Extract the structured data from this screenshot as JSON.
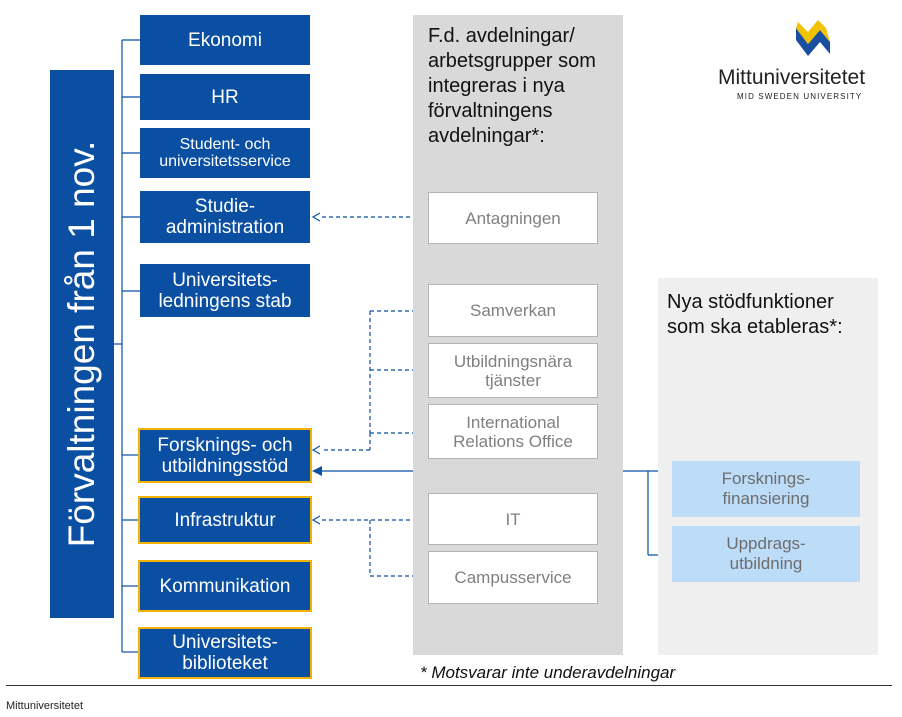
{
  "title": "Förvaltningen från 1 nov.",
  "departments": [
    {
      "label": "Ekonomi"
    },
    {
      "label": "HR"
    },
    {
      "label": "Student- och universitetsservice"
    },
    {
      "label": "Studie-administration"
    },
    {
      "label": "Universitets-ledningens stab"
    },
    {
      "label": "Forsknings- och utbildningsstöd"
    },
    {
      "label": "Infrastruktur"
    },
    {
      "label": "Kommunikation"
    },
    {
      "label": "Universitets-biblioteket"
    }
  ],
  "former_header": "F.d. avdelningar/ arbetsgrupper som integreras i nya förvaltningens avdelningar*:",
  "former_units": [
    {
      "label": "Antagningen"
    },
    {
      "label": "Samverkan"
    },
    {
      "label": "Utbildningsnära tjänster"
    },
    {
      "label": "International Relations Office"
    },
    {
      "label": "IT"
    },
    {
      "label": "Campusservice"
    }
  ],
  "new_header": "Nya stödfunktioner som ska etableras*:",
  "new_units": [
    {
      "label": "Forsknings-finansiering"
    },
    {
      "label": "Uppdrags-utbildning"
    }
  ],
  "footnote": "* Motsvarar inte underavdelningar",
  "footer": "Mittuniversitetet",
  "logo": {
    "name": "Mittuniversitetet",
    "sub": "MID SWEDEN UNIVERSITY"
  },
  "colors": {
    "navy": "#0b4fa3",
    "gold": "#f2b400",
    "light_blue": "#bcdcf8",
    "grey": "#d9d9d9"
  }
}
